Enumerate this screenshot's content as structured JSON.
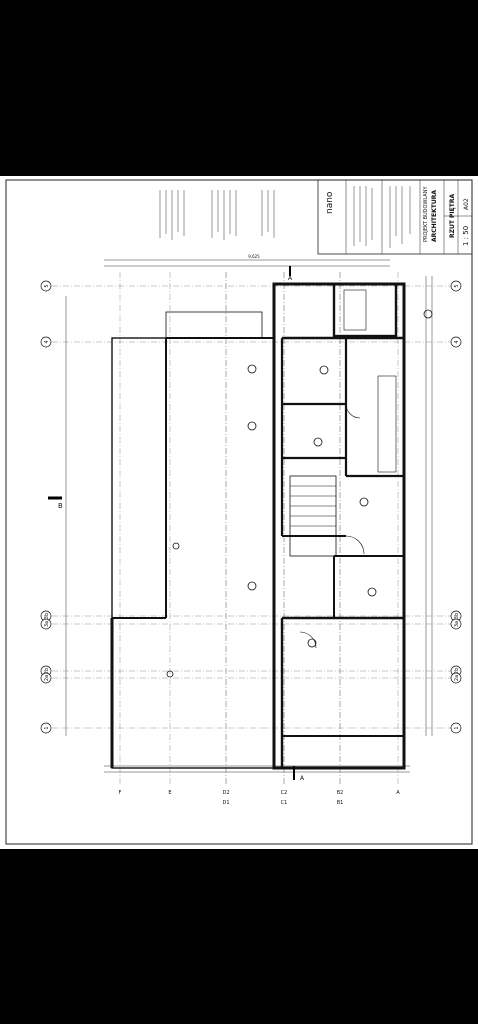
{
  "drawing": {
    "sheet_title": "RZUT PIĘTRA",
    "project_phase": "PROJEKT BUDOWLANY",
    "discipline": "ARCHITEKTURA",
    "sheet_number": "A02",
    "scale": "1 : 50",
    "logo_text": "nano",
    "investment_text": "BUDYNEK JEDNORODZINNY WOLNOSTOJĄCY",
    "axes_numbers": [
      "5",
      "4",
      "3b",
      "3a",
      "2b",
      "2a",
      "1"
    ],
    "axes_letters": [
      "F",
      "E",
      "D2",
      "D1",
      "C2",
      "C1",
      "B2",
      "B1",
      "A"
    ],
    "section_marks": [
      "A",
      "B"
    ],
    "top_dimension": "9,625"
  }
}
